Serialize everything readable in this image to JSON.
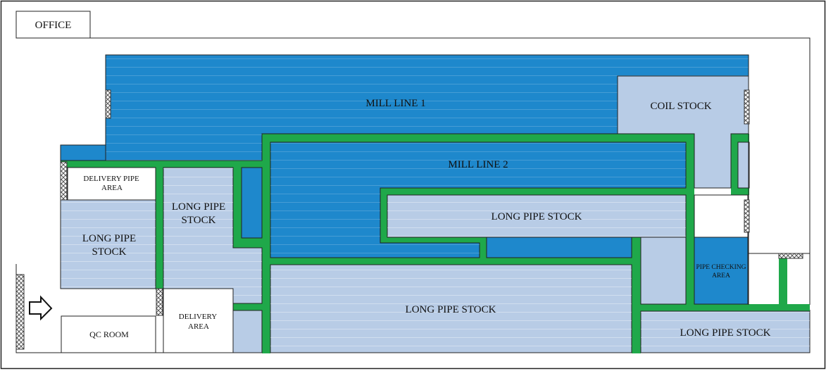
{
  "office_label": "OFFICE",
  "areas": {
    "mill_line_1": "MILL LINE 1",
    "mill_line_2": "MILL LINE 2",
    "coil_stock": "COIL STOCK",
    "delivery_pipe_area_l1": "DELIVERY PIPE",
    "delivery_pipe_area_l2": "AREA",
    "long_pipe_stock_left_l1": "LONG PIPE",
    "long_pipe_stock_left_l2": "STOCK",
    "long_pipe_stock_mid_l1": "LONG PIPE",
    "long_pipe_stock_mid_l2": "STOCK",
    "long_pipe_stock_upper": "LONG PIPE STOCK",
    "long_pipe_stock_center": "LONG PIPE STOCK",
    "long_pipe_stock_right": "LONG PIPE STOCK",
    "pipe_checking_area_l1": "PIPE CHECKING",
    "pipe_checking_area_l2": "AREA",
    "delivery_area_l1": "DELIVERY",
    "delivery_area_l2": "AREA",
    "qc_room": "QC ROOM"
  },
  "colors": {
    "mill_blue": "#1e88cc",
    "stock_light": "#b8cce6",
    "walkway_green": "#1fa84a",
    "wall": "#222222"
  },
  "icons": [
    "entrance-arrow-icon",
    "door-hatch-icon"
  ]
}
